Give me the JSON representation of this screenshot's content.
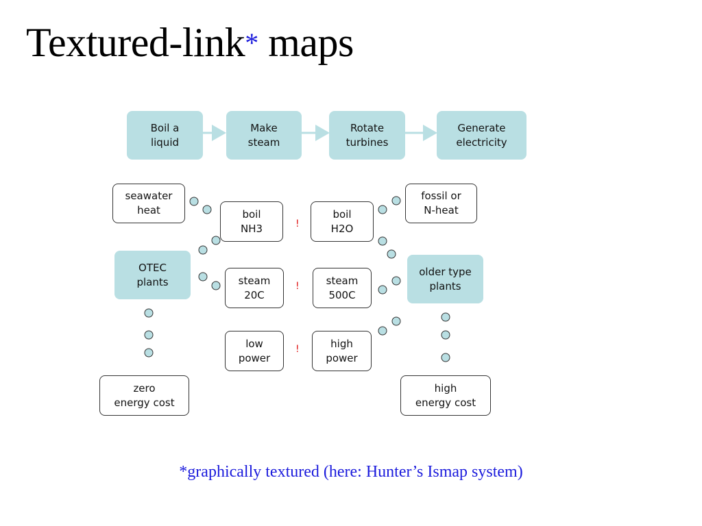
{
  "title": {
    "main": "Textured-link",
    "star": "*",
    "rest": " maps"
  },
  "process_steps": [
    {
      "label": "Boil a\nliquid"
    },
    {
      "label": "Make\nsteam"
    },
    {
      "label": "Rotate\nturbines"
    },
    {
      "label": "Generate\nelectricity"
    }
  ],
  "nodes": {
    "seawater_heat": "seawater\nheat",
    "otec_plants": "OTEC\nplants",
    "zero_energy_cost": "zero\nenergy cost",
    "boil_nh3": "boil\nNH3",
    "steam_20c": "steam\n20C",
    "low_power": "low\npower",
    "boil_h2o": "boil\nH2O",
    "steam_500c": "steam\n500C",
    "high_power": "high\npower",
    "fossil_n_heat": "fossil or\nN-heat",
    "older_type_plants": "older type\nplants",
    "high_energy_cost": "high\nenergy cost"
  },
  "contrast_mark": "!",
  "footnote": "*graphically textured (here: Hunter’s Ismap system)",
  "colors": {
    "accent_fill": "#b9dfe3",
    "bead_fill": "#b9dfe3",
    "contrast_mark": "#e01a1a",
    "footnote": "#1a1adc"
  }
}
